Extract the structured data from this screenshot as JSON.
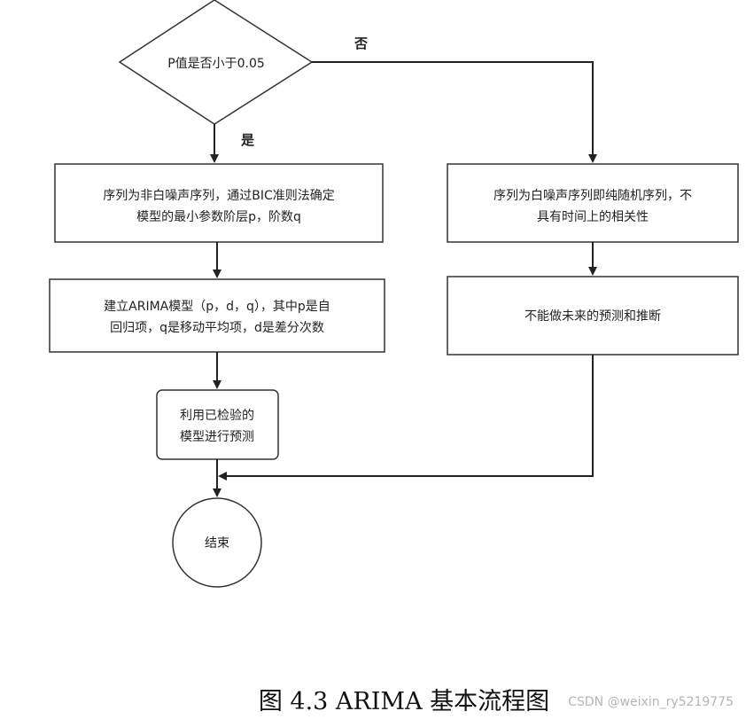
{
  "diagram": {
    "decision": "P值是否小于0.05",
    "branch_yes": "是",
    "branch_no": "否",
    "left_box_1": [
      "序列为非白噪声序列，通过BIC准则法确定",
      "模型的最小参数阶层p，阶数q"
    ],
    "left_box_2": [
      "建立ARIMA模型（p，d，q），其中p是自",
      "回归项，q是移动平均项，d是差分次数"
    ],
    "left_box_3": [
      "利用已检验的",
      "模型进行预测"
    ],
    "right_box_1": [
      "序列为白噪声序列即纯随机序列，不",
      "具有时间上的相关性"
    ],
    "right_box_2": "不能做未来的预测和推断",
    "end": "结束"
  },
  "caption": "图 4.3 ARIMA 基本流程图",
  "watermark": "CSDN @weixin_ry5219775"
}
